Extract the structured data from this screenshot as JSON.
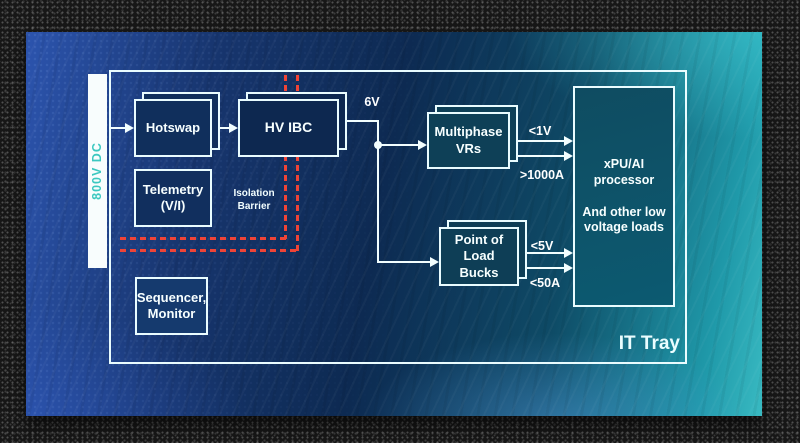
{
  "diagram": {
    "tray_title": "IT Tray",
    "input_rail_label": "800V DC",
    "isolation_barrier": {
      "line1": "Isolation",
      "line2": "Barrier"
    },
    "boxes": {
      "hotswap": {
        "label": "Hotswap"
      },
      "hv_ibc": {
        "label": "HV IBC"
      },
      "telemetry": {
        "line1": "Telemetry",
        "line2": "(V/I)"
      },
      "sequencer": {
        "line1": "Sequencer,",
        "line2": "Monitor"
      },
      "multiphase_vrs": {
        "line1": "Multiphase",
        "line2": "VRs"
      },
      "point_of_load": {
        "line1": "Point of",
        "line2": "Load",
        "line3": "Bucks"
      },
      "xpu": {
        "line1": "xPU/AI",
        "line2": "processor",
        "line3": "And other low",
        "line4": "voltage loads"
      }
    },
    "wire_labels": {
      "ibc_output": "6V",
      "vr_voltage": "<1V",
      "vr_current": ">1000A",
      "pol_voltage": "<5V",
      "pol_current": "<50A"
    }
  },
  "colors": {
    "accent_teal": "#3cc8c0",
    "isolation_red": "#f04437",
    "wire_white": "#f2feff"
  }
}
